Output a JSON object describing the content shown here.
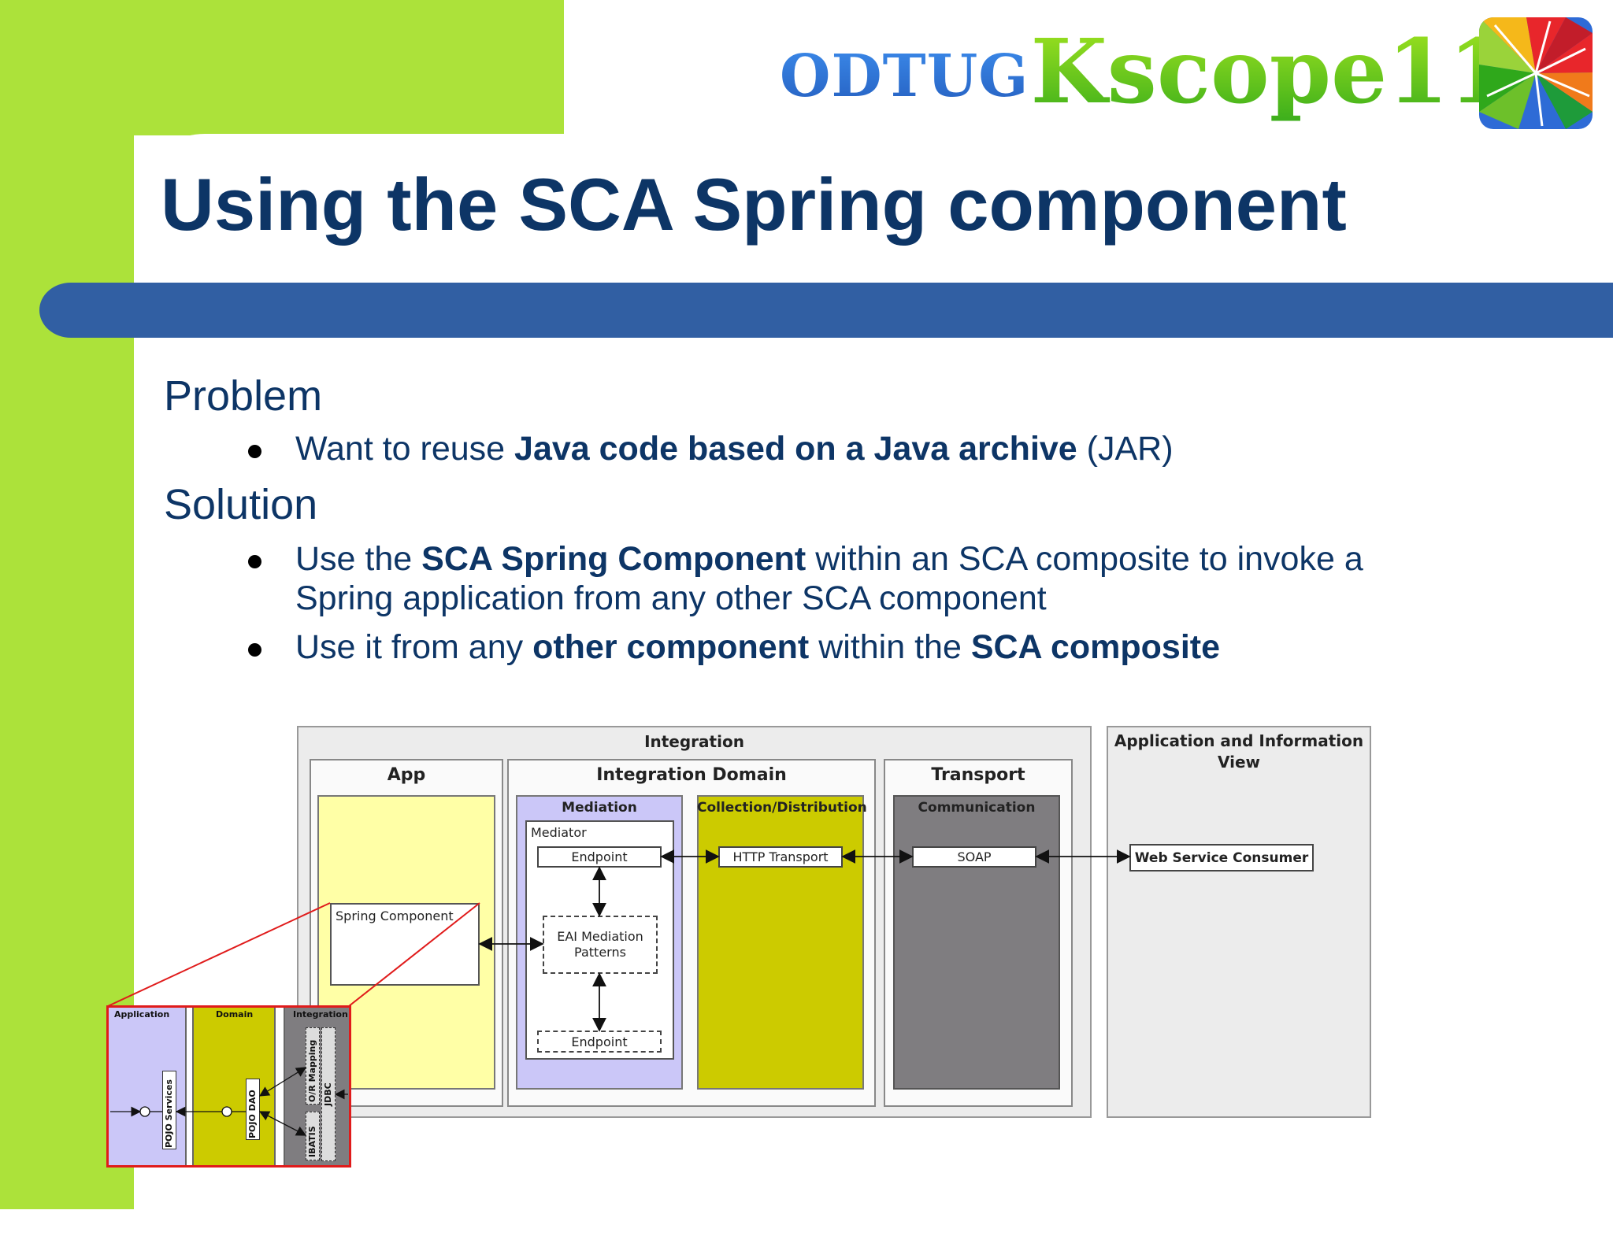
{
  "logo": {
    "odtug": "ODTUG",
    "kscope": "Kscope11"
  },
  "title": "Using the SCA Spring component",
  "problem": {
    "heading": "Problem",
    "bullets": [
      {
        "pre": "Want to reuse ",
        "bold": "Java code based on a Java archive",
        "post": " (JAR)"
      }
    ]
  },
  "solution": {
    "heading": "Solution",
    "bullets": [
      {
        "pre": "Use the ",
        "bold": "SCA Spring Component",
        "post": " within an SCA composite to invoke a",
        "line2": "Spring application from any other SCA component"
      },
      {
        "pre": "Use it from any ",
        "bold": "other component",
        "mid": " within the ",
        "bold2": "SCA composite"
      }
    ]
  },
  "diagram": {
    "integration": "Integration",
    "app": "App",
    "integration_domain": "Integration Domain",
    "transport": "Transport",
    "app_info_view": "Application and Information View",
    "mediation": "Mediation",
    "collection": "Collection/Distribution",
    "communication": "Communication",
    "mediator": "Mediator",
    "endpoint_top": "Endpoint",
    "eai_line1": "EAI Mediation",
    "eai_line2": "Patterns",
    "endpoint_bottom": "Endpoint",
    "http_transport": "HTTP Transport",
    "soap": "SOAP",
    "web_service_consumer": "Web Service Consumer",
    "spring_component": "Spring Component",
    "inset": {
      "application": "Application",
      "domain": "Domain",
      "integration": "Integration",
      "pojo_services": "POJO Services",
      "pojo_dao": "POJO DAO",
      "or_mapping": "O/R Mapping",
      "ibatis": "IBATIS",
      "jdbc": "JDBC"
    },
    "colors": {
      "app_yellow": "#ffffa6",
      "mediation_lavender": "#cbc7f8",
      "collection_olive": "#cccb00",
      "communication_gray": "#7f7d80",
      "frame_gray": "#ececec",
      "inset_red": "#e01b1b"
    }
  }
}
